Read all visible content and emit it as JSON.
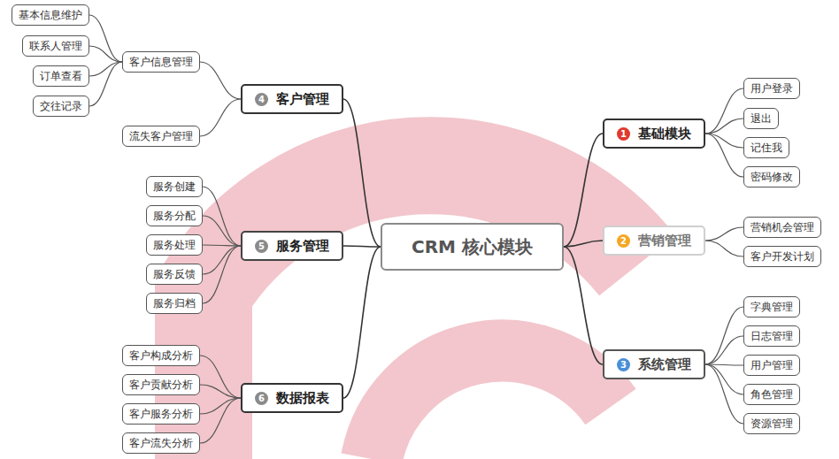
{
  "diagram": {
    "nodes": [
      {
        "text": [
          "CRM 核心模块"
        ]
      },
      {
        "text": [
          "1",
          "基础模块"
        ]
      },
      {
        "text": [
          "用户登录"
        ]
      },
      {
        "text": [
          "退出"
        ]
      },
      {
        "text": [
          "记住我"
        ]
      },
      {
        "text": [
          "密码修改"
        ]
      },
      {
        "text": [
          "2",
          "营销管理"
        ]
      },
      {
        "text": [
          "营销机会管理"
        ]
      },
      {
        "text": [
          "客户开发计划"
        ]
      },
      {
        "text": [
          "3",
          "系统管理"
        ]
      },
      {
        "text": [
          "字典管理"
        ]
      },
      {
        "text": [
          "日志管理"
        ]
      },
      {
        "text": [
          "用户管理"
        ]
      },
      {
        "text": [
          "角色管理"
        ]
      },
      {
        "text": [
          "资源管理"
        ]
      },
      {
        "text": [
          "4",
          "客户管理"
        ]
      },
      {
        "text": [
          "客户信息管理"
        ]
      },
      {
        "text": [
          "基本信息维护"
        ]
      },
      {
        "text": [
          "联系人管理"
        ]
      },
      {
        "text": [
          "订单查看"
        ]
      },
      {
        "text": [
          "交往记录"
        ]
      },
      {
        "text": [
          "流失客户管理"
        ]
      },
      {
        "text": [
          "5",
          "服务管理"
        ]
      },
      {
        "text": [
          "服务创建"
        ]
      },
      {
        "text": [
          "服务分配"
        ]
      },
      {
        "text": [
          "服务处理"
        ]
      },
      {
        "text": [
          "服务反馈"
        ]
      },
      {
        "text": [
          "服务归档"
        ]
      },
      {
        "text": [
          "6",
          "数据报表"
        ]
      },
      {
        "text": [
          "客户构成分析"
        ]
      },
      {
        "text": [
          "客户贡献分析"
        ]
      },
      {
        "text": [
          "客户服务分析"
        ]
      },
      {
        "text": [
          "客户流失分析"
        ]
      }
    ],
    "edges": [
      {
        "from": 0,
        "to": 1,
        "arrow": "none"
      },
      {
        "from": 1,
        "to": 2,
        "arrow": "none"
      },
      {
        "from": 1,
        "to": 3,
        "arrow": "none"
      },
      {
        "from": 1,
        "to": 4,
        "arrow": "none"
      },
      {
        "from": 1,
        "to": 5,
        "arrow": "none"
      },
      {
        "from": 0,
        "to": 6,
        "arrow": "none"
      },
      {
        "from": 6,
        "to": 7,
        "arrow": "none"
      },
      {
        "from": 6,
        "to": 8,
        "arrow": "none"
      },
      {
        "from": 0,
        "to": 9,
        "arrow": "none"
      },
      {
        "from": 9,
        "to": 10,
        "arrow": "none"
      },
      {
        "from": 9,
        "to": 11,
        "arrow": "none"
      },
      {
        "from": 9,
        "to": 12,
        "arrow": "none"
      },
      {
        "from": 9,
        "to": 13,
        "arrow": "none"
      },
      {
        "from": 9,
        "to": 14,
        "arrow": "none"
      },
      {
        "from": 0,
        "to": 15,
        "arrow": "none"
      },
      {
        "from": 15,
        "to": 16,
        "arrow": "none"
      },
      {
        "from": 16,
        "to": 17,
        "arrow": "none"
      },
      {
        "from": 16,
        "to": 18,
        "arrow": "none"
      },
      {
        "from": 16,
        "to": 19,
        "arrow": "none"
      },
      {
        "from": 16,
        "to": 20,
        "arrow": "none"
      },
      {
        "from": 15,
        "to": 21,
        "arrow": "none"
      },
      {
        "from": 0,
        "to": 22,
        "arrow": "none"
      },
      {
        "from": 22,
        "to": 23,
        "arrow": "none"
      },
      {
        "from": 22,
        "to": 24,
        "arrow": "none"
      },
      {
        "from": 22,
        "to": 25,
        "arrow": "none"
      },
      {
        "from": 22,
        "to": 26,
        "arrow": "none"
      },
      {
        "from": 22,
        "to": 27,
        "arrow": "none"
      },
      {
        "from": 0,
        "to": 28,
        "arrow": "none"
      },
      {
        "from": 28,
        "to": 29,
        "arrow": "none"
      },
      {
        "from": 28,
        "to": 30,
        "arrow": "none"
      },
      {
        "from": 28,
        "to": 31,
        "arrow": "none"
      },
      {
        "from": 28,
        "to": 32,
        "arrow": "none"
      }
    ]
  }
}
